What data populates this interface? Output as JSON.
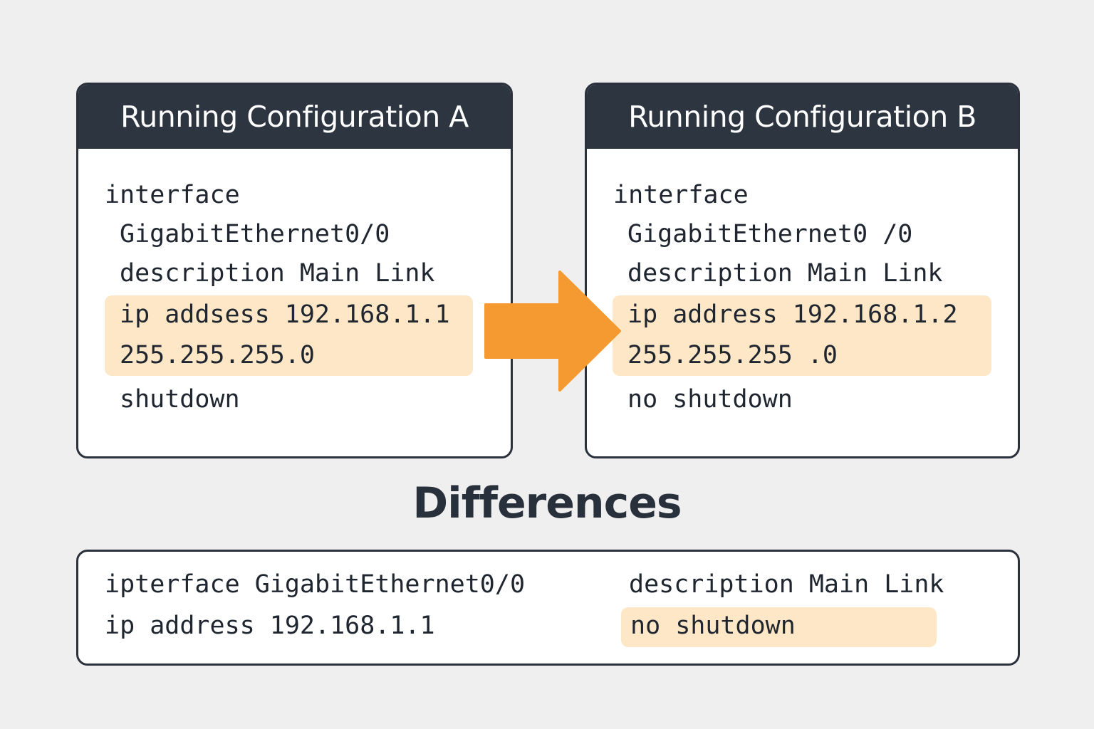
{
  "config_a": {
    "title": "Running Configuration A",
    "lines": {
      "interface": "interface",
      "port": "GigabitEthernet0/0",
      "description": "description Main Link",
      "ip_line1": "ip addsess 192.168.1.1",
      "ip_line2": "255.255.255.0",
      "shutdown": "shutdown"
    }
  },
  "config_b": {
    "title": "Running Configuration B",
    "lines": {
      "interface": "interface",
      "port": "GigabitEthernet0 /0",
      "description": "description Main Link",
      "ip_line1": "ip address 192.168.1.2",
      "ip_line2": "255.255.255 .0",
      "shutdown": "no shutdown"
    }
  },
  "differences": {
    "title": "Differences",
    "left_line1": "ipterface GigabitEthernet0/0",
    "left_line2": "ip address 192.168.1.1",
    "right_line1": "description Main Link",
    "right_line2": "no shutdown"
  },
  "colors": {
    "header_bg": "#2d3540",
    "highlight": "#fde7c6",
    "arrow": "#f59a30",
    "background": "#efeff0"
  },
  "icons": {
    "arrow": "right-arrow-icon"
  }
}
